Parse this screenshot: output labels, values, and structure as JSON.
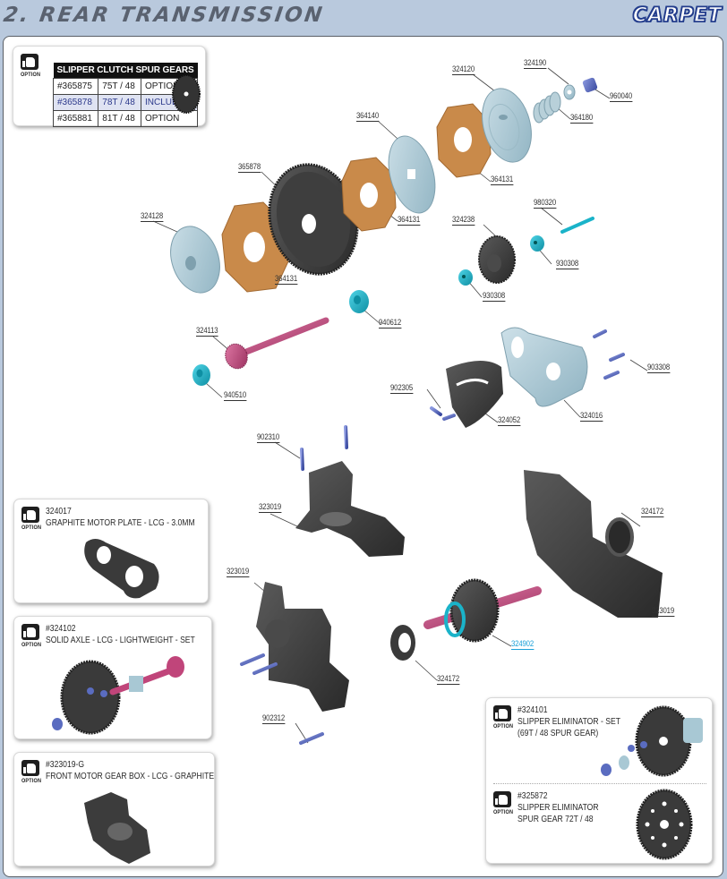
{
  "header": {
    "section_title": "2. REAR TRANSMISSION",
    "brand": "CARPET"
  },
  "slipper_clutch_box": {
    "badge": "OPTION",
    "table_title": "SLIPPER CLUTCH SPUR GEARS",
    "rows": [
      {
        "part": "#365875",
        "gear": "75T / 48",
        "status": "OPTION"
      },
      {
        "part": "#365878",
        "gear": "78T / 48",
        "status": "INCLUDED"
      },
      {
        "part": "#365881",
        "gear": "81T / 48",
        "status": "OPTION"
      }
    ]
  },
  "callouts": {
    "c324120": "324120",
    "c324190": "324190",
    "c960040": "960040",
    "c364180": "364180",
    "c364140": "364140",
    "c364131_top": "364131",
    "c365878": "365878",
    "c324128": "324128",
    "c364131_mid": "364131",
    "c364131_left": "364131",
    "c980320": "980320",
    "c324238": "324238",
    "c930308_a": "930308",
    "c930308_b": "930308",
    "c940612": "940612",
    "c324113": "324113",
    "c940510": "940510",
    "c903308": "903308",
    "c902305": "902305",
    "c324052": "324052",
    "c324016": "324016",
    "c902310": "902310",
    "c323019_top": "323019",
    "c324172_right": "324172",
    "c323019_right": "323019",
    "c323019_left": "323019",
    "c324902": "324902",
    "c324172_bottom": "324172",
    "c902312": "902312"
  },
  "option_boxes": [
    {
      "badge": "OPTION",
      "part": "324017",
      "desc": "GRAPHITE MOTOR PLATE - LCG - 3.0MM"
    },
    {
      "badge": "OPTION",
      "part": "#324102",
      "desc": "SOLID AXLE - LCG - LIGHTWEIGHT - SET"
    },
    {
      "badge": "OPTION",
      "part": "#323019-G",
      "desc": "FRONT MOTOR GEAR BOX - LCG - GRAPHITE"
    },
    {
      "badge": "OPTION",
      "part": "#324101",
      "desc": "SLIPPER ELIMINATOR - SET",
      "desc2": "(69T / 48 SPUR GEAR)"
    },
    {
      "badge": "OPTION",
      "part": "#325872",
      "desc": "SLIPPER ELIMINATOR",
      "desc2": "SPUR GEAR 72T / 48"
    }
  ],
  "colors": {
    "header_bg": "#b9c9dd",
    "title_text": "#5a6270",
    "brand_outline": "#223c8c",
    "friction_pad": "#c98a4a",
    "plate_lightblue": "#a8c8d4",
    "aluminium_cyan": "#1ab3c9",
    "pinion_pink": "#c0457a",
    "screw_blue": "#5a6cc0",
    "plastic_dark": "#3c3c3c",
    "link_blue": "#1aa0d8"
  }
}
